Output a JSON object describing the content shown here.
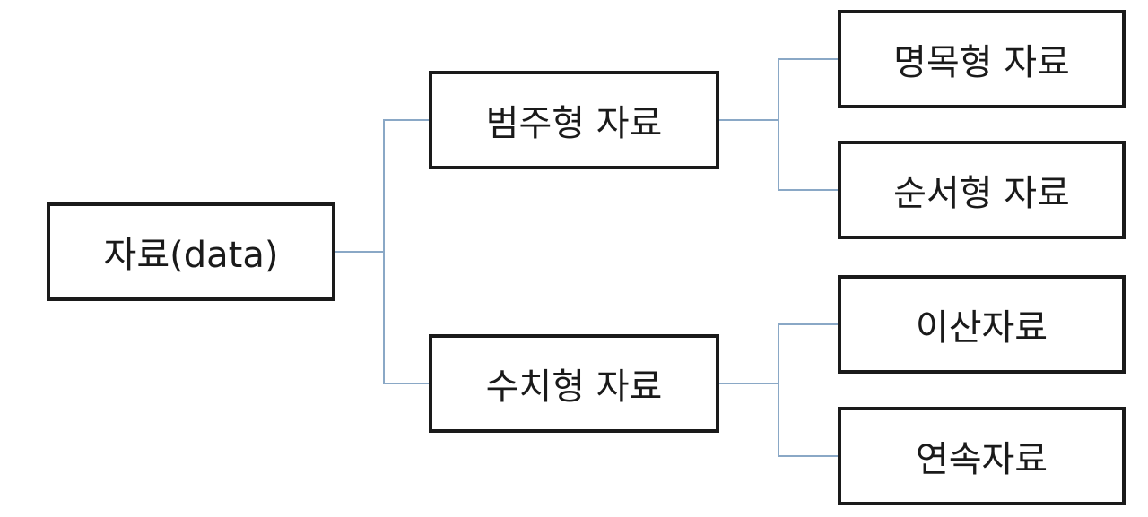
{
  "colors": {
    "connector": "#8aa8c6",
    "box_border": "#1a1a1a",
    "text": "#1a1a1a",
    "background": "#ffffff"
  },
  "tree": {
    "root": {
      "label": "자료(data)"
    },
    "categorical": {
      "label": "범주형 자료"
    },
    "numerical": {
      "label": "수치형 자료"
    },
    "nominal": {
      "label": "명목형 자료"
    },
    "ordinal": {
      "label": "순서형 자료"
    },
    "discrete": {
      "label": "이산자료"
    },
    "continuous": {
      "label": "연속자료"
    }
  },
  "edges": [
    {
      "from": "root",
      "to": "categorical"
    },
    {
      "from": "root",
      "to": "numerical"
    },
    {
      "from": "categorical",
      "to": "nominal"
    },
    {
      "from": "categorical",
      "to": "ordinal"
    },
    {
      "from": "numerical",
      "to": "discrete"
    },
    {
      "from": "numerical",
      "to": "continuous"
    }
  ]
}
